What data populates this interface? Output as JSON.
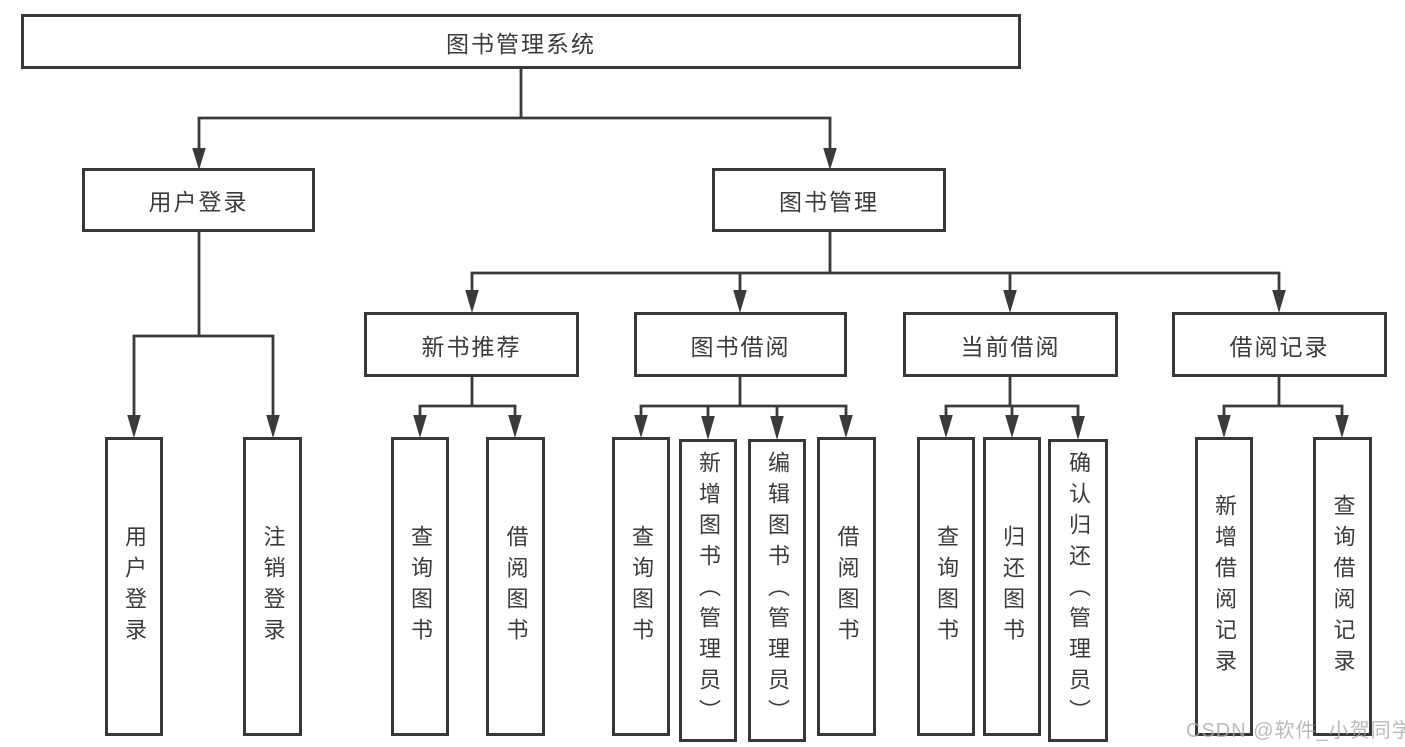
{
  "colors": {
    "line": "#3a3a3a",
    "node_border": "#383838",
    "node_background": "#ffffff",
    "text": "#3b3b3b",
    "watermark": "#a9a9a9"
  },
  "watermark": {
    "text": "CSDN @软件_小贺同学"
  },
  "diagram": {
    "root": {
      "label": "图书管理系统",
      "children": [
        {
          "label": "用户登录",
          "children": [
            {
              "label": "用户登录"
            },
            {
              "label": "注销登录"
            }
          ]
        },
        {
          "label": "图书管理",
          "children": [
            {
              "label": "新书推荐",
              "children": [
                {
                  "label": "查询图书"
                },
                {
                  "label": "借阅图书"
                }
              ]
            },
            {
              "label": "图书借阅",
              "children": [
                {
                  "label": "查询图书"
                },
                {
                  "label": "新增图书（管理员）"
                },
                {
                  "label": "编辑图书（管理员）"
                },
                {
                  "label": "借阅图书"
                }
              ]
            },
            {
              "label": "当前借阅",
              "children": [
                {
                  "label": "查询图书"
                },
                {
                  "label": "归还图书"
                },
                {
                  "label": "确认归还（管理员）"
                }
              ]
            },
            {
              "label": "借阅记录",
              "children": [
                {
                  "label": "新增借阅记录"
                },
                {
                  "label": "查询借阅记录"
                }
              ]
            }
          ]
        }
      ]
    }
  }
}
